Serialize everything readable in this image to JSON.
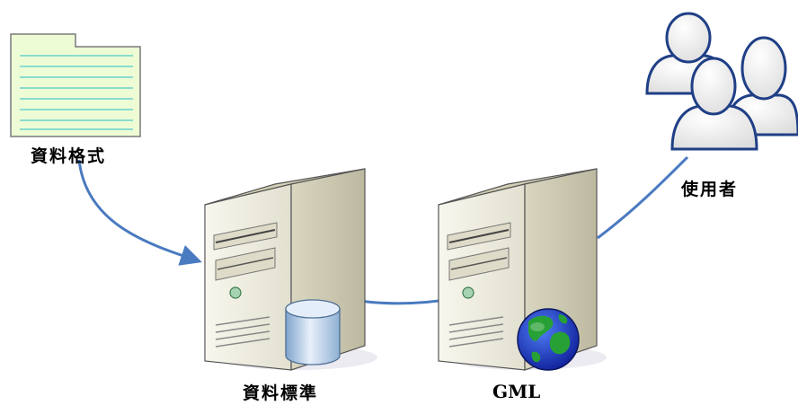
{
  "labels": {
    "data_format": "資料格式",
    "data_standard": "資料標準",
    "gml": "GML",
    "users": "使用者"
  },
  "icons": [
    "document-icon",
    "server-icon",
    "database-icon",
    "globe-icon",
    "users-icon"
  ],
  "colors": {
    "arrow": "#4a7ac0",
    "document_fill": "#eefcd6",
    "document_lines": "#4fc8c8",
    "server_body": "#f1efe2",
    "database": "#a9c4de",
    "globe_ocean": "#1f3fd6",
    "globe_land": "#27a135"
  }
}
